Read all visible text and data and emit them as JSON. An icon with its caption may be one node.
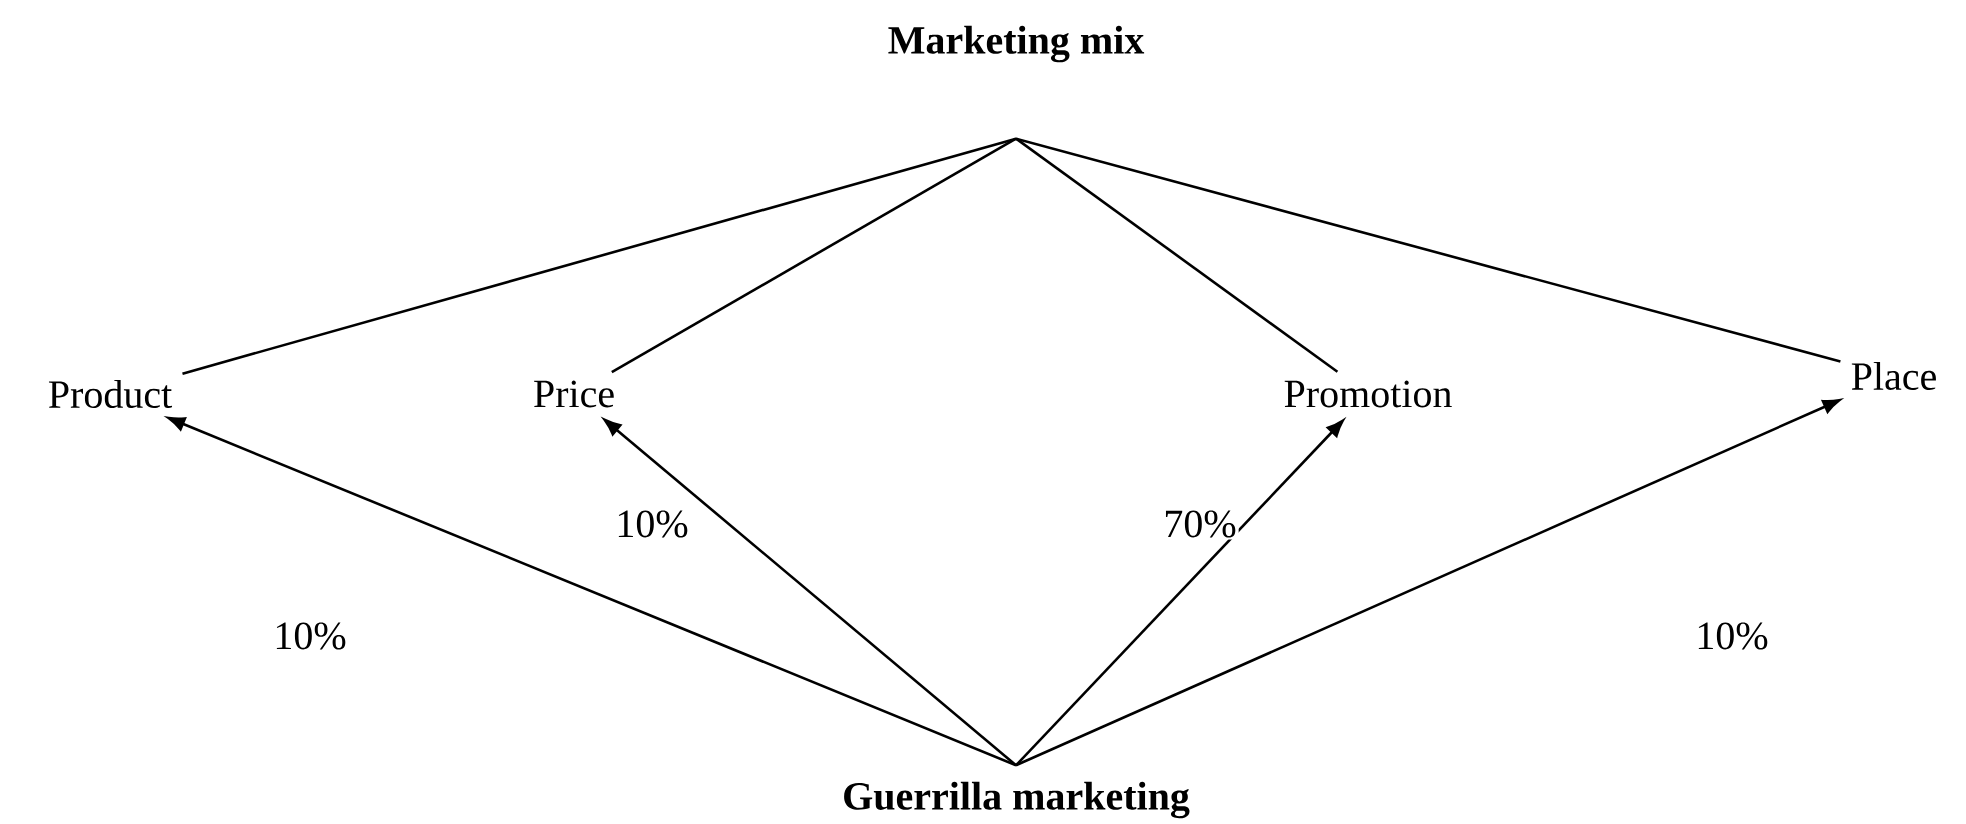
{
  "diagram": {
    "nodes": [
      {
        "text": [
          "Marketing mix"
        ]
      },
      {
        "text": [
          "Product"
        ]
      },
      {
        "text": [
          "Price"
        ]
      },
      {
        "text": [
          "Promotion"
        ]
      },
      {
        "text": [
          "Place"
        ]
      },
      {
        "text": [
          "Guerrilla marketing"
        ]
      }
    ],
    "edges": [
      {
        "from": 0,
        "to": 1,
        "arrow": "none"
      },
      {
        "from": 0,
        "to": 2,
        "arrow": "none"
      },
      {
        "from": 0,
        "to": 3,
        "arrow": "none"
      },
      {
        "from": 0,
        "to": 4,
        "arrow": "none"
      },
      {
        "from": 5,
        "to": 1,
        "arrow": "to",
        "label": "10%"
      },
      {
        "from": 5,
        "to": 2,
        "arrow": "to",
        "label": "10%"
      },
      {
        "from": 5,
        "to": 3,
        "arrow": "to",
        "label": "70%"
      },
      {
        "from": 5,
        "to": 4,
        "arrow": "to",
        "label": "10%"
      }
    ]
  }
}
